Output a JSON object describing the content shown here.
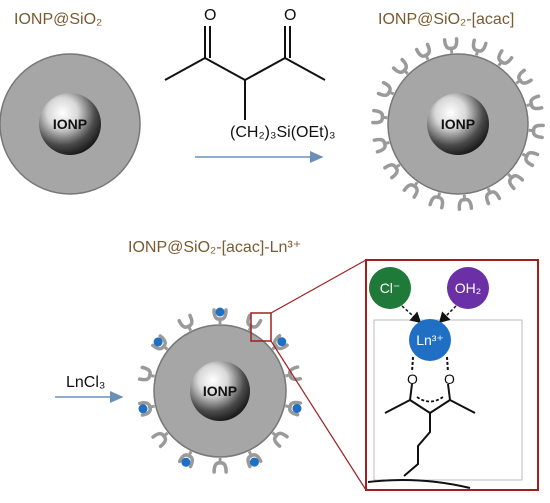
{
  "labels": {
    "top_left": "IONP@SiO₂",
    "top_right": "IONP@SiO₂-[acac]",
    "bottom": "IONP@SiO₂-[acac]-Ln³⁺",
    "reagent_top": "(CH₂)₃Si(OEt)₃",
    "reagent_bottom": "LnCl₃",
    "core": "IONP",
    "core_2": "IONP",
    "core_3": "IONP"
  },
  "inset": {
    "chloride": "Cl⁻",
    "water": "OH₂",
    "lanthanide": "Ln³⁺"
  },
  "colors": {
    "brown_text": "#7a5a30",
    "shell_gray": "#a6a6a6",
    "ligand_gray": "#9a9a9a",
    "ion_blue": "#1f6fc4",
    "chloride_green": "#1f7a3a",
    "water_purple": "#6b2fa6",
    "inset_border": "#a02020",
    "arrow_blue": "#6a90b8"
  }
}
